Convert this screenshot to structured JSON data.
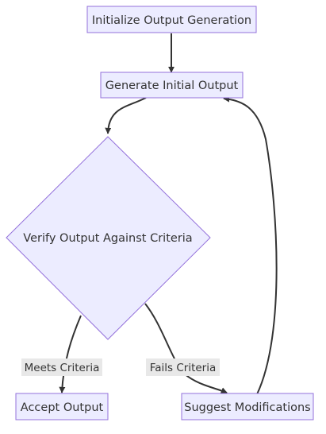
{
  "nodes": {
    "init": "Initialize Output Generation",
    "generate": "Generate Initial Output",
    "verify": "Verify Output Against Criteria",
    "accept": "Accept Output",
    "suggest": "Suggest Modifications"
  },
  "edges": {
    "meets": "Meets Criteria",
    "fails": "Fails Criteria"
  },
  "colors": {
    "node_fill": "#ececff",
    "node_stroke": "#9370db",
    "edge": "#333333",
    "label_bg": "#e8e8e8"
  }
}
